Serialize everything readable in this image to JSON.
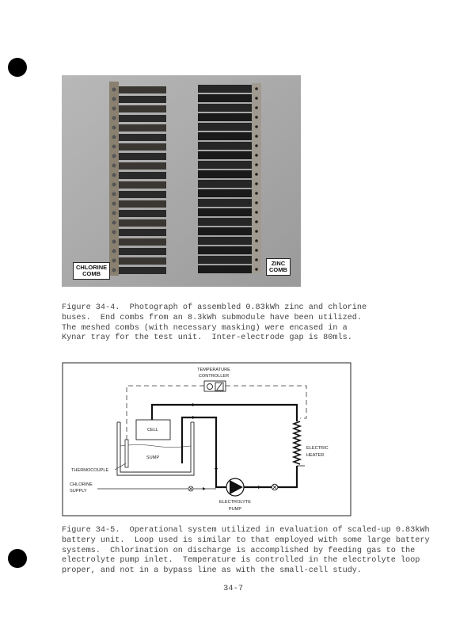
{
  "figure_34_4": {
    "photo_labels": {
      "chlorine": "CHLORINE\nCOMB",
      "zinc": "ZINC\nCOMB"
    },
    "caption": "Figure 34-4.  Photograph of assembled 0.83kWh zinc and chlorine\nbuses.  End combs from an 8.3kWh submodule have been utilized.\nThe meshed combs (with necessary masking) were encased in a\nKynar tray for the test unit.  Inter-electrode gap is 80mls."
  },
  "figure_34_5": {
    "labels": {
      "temp1": "TEMPERATURE",
      "temp2": "CONTROLLER",
      "cell": "CELL",
      "sump": "SUMP",
      "thermocouple": "THERMOCOUPLE",
      "chlorine1": "CHLORINE",
      "chlorine2": "SUPPLY",
      "heater1": "ELECTRIC",
      "heater2": "HEATER",
      "pump1": "ELECTROLYTE",
      "pump2": "PUMP"
    },
    "caption": "Figure 34-5.  Operational system utilized in evaluation of scaled-up 0.83kWh\nbattery unit.  Loop used is similar to that employed with some large battery\nsystems.  Chlorination on discharge is accomplished by feeding gas to the\nelectrolyte pump inlet.  Temperature is controlled in the electrolyte loop\nproper, and not in a bypass line as with the small-cell study."
  },
  "page_number": "34-7"
}
